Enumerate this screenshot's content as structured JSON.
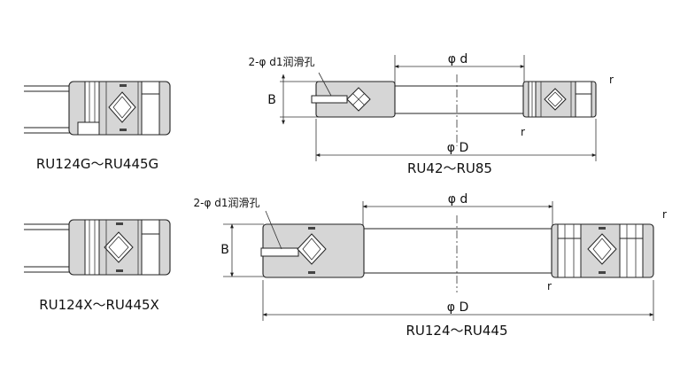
{
  "labels": {
    "top_left": "RU124G～RU445G",
    "top_right": "RU42～RU85",
    "bottom_left": "RU124X～RU445X",
    "bottom_right": "RU124～RU445"
  },
  "dims": {
    "inner_diameter": "φ d",
    "outer_diameter": "φ D",
    "width": "B",
    "hole_note": "2-φ d1润滑孔",
    "chamfer": "r"
  }
}
